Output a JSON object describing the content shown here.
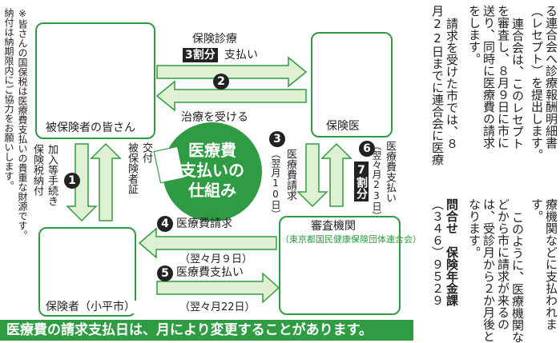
{
  "diagram": {
    "center_title": [
      "医療費",
      "支払いの",
      "仕組み"
    ],
    "nodes": {
      "insured": "被保険者の皆さん",
      "doctor": "保険医",
      "insurer": "保険者（小平市）",
      "review_top": "審査機関",
      "review_sub": "（東京都国民健康保険団体連合会）"
    },
    "flows": {
      "copay_top": "保険診療",
      "copay_pill": "3割分",
      "copay_tail": "支払い",
      "step2_num": "2",
      "treatment": "治療を受ける",
      "step1_num": "1",
      "step1_left": "加入等手続き",
      "step1_left2": "保険税納付",
      "step1_right": "被保険者証",
      "step1_right2": "交付",
      "step3_num": "3",
      "step3_text": "医療費請求",
      "step3_date": "（翌月10日）",
      "step6_num": "6",
      "step6_text": "医療費支払い",
      "step6_date": "（翌々月23日）",
      "step6_pill": "7割分",
      "step4_num": "4",
      "step4_text": "医療費請求",
      "step4_date": "（翌々月９日）",
      "step5_num": "5",
      "step5_text": "医療費支払い",
      "step5_date": "（翌々月22日）"
    },
    "note_col1": "※皆さんの国保税は医療費支払いの貴重な財源です。",
    "note_col2": "納付は納期限内にご協力をお願いします。",
    "banner": "医療費の請求支払日は、月により変更することがあります。"
  },
  "article": {
    "columns": [
      "る連合会へ診療報酬明細書",
      "（レセプト）を提出します。",
      "連合会は、このレセプト",
      "を審査し、８月９日に市に",
      "送り、同時に医療費の請求",
      "をします。",
      "請求を受けた市では、８",
      "月22日までに連合会に医療",
      "療機関などに支払われま",
      "す。",
      "このように、医療機関な",
      "どから市に請求が来るの",
      "は、受診月から２か月後と",
      "なります。",
      "問合せ　保険年金課",
      "（３４６）９５２９"
    ]
  },
  "colors": {
    "green": "#2f9c43",
    "light_green": "#dff0d3",
    "black": "#222222"
  }
}
